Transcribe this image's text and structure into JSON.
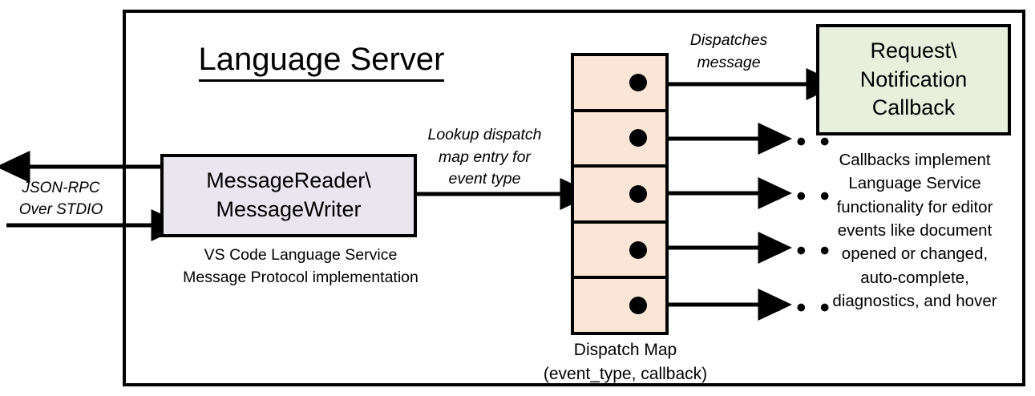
{
  "diagram": {
    "title": "Language Server",
    "outer_container_name": "Language Server boundary",
    "colors": {
      "dispatch_map_fill": "#FBE5D6",
      "message_box_fill": "#E9E6F0",
      "callback_box_fill": "#E8F0DD",
      "stroke": "#000000",
      "background": "#FFFFFF"
    }
  },
  "transport": {
    "label_line1": "JSON-RPC",
    "label_line2": "Over STDIO",
    "outbound_arrow_name": "outbound-jsonrpc-arrow",
    "inbound_arrow_name": "inbound-jsonrpc-arrow"
  },
  "message_box": {
    "line1": "MessageReader\\",
    "line2": "MessageWriter",
    "caption_line1": "VS Code Language Service",
    "caption_line2": "Message Protocol implementation"
  },
  "lookup": {
    "line1": "Lookup dispatch",
    "line2": "map entry for",
    "line3": "event type"
  },
  "dispatch_map": {
    "caption_line1": "Dispatch Map",
    "caption_line2": "(event_type, callback)",
    "rows": [
      {
        "index": 1
      },
      {
        "index": 2
      },
      {
        "index": 3
      },
      {
        "index": 4
      },
      {
        "index": 5
      }
    ],
    "ellipsis": "• • •"
  },
  "dispatch_message": {
    "line1": "Dispatches",
    "line2": "message"
  },
  "callback_box": {
    "line1": "Request\\",
    "line2": "Notification",
    "line3": "Callback",
    "description_lines": [
      "Callbacks implement",
      "Language Service",
      "functionality for editor",
      "events like document",
      "opened or changed,",
      "auto-complete,",
      "diagnostics, and hover"
    ]
  }
}
